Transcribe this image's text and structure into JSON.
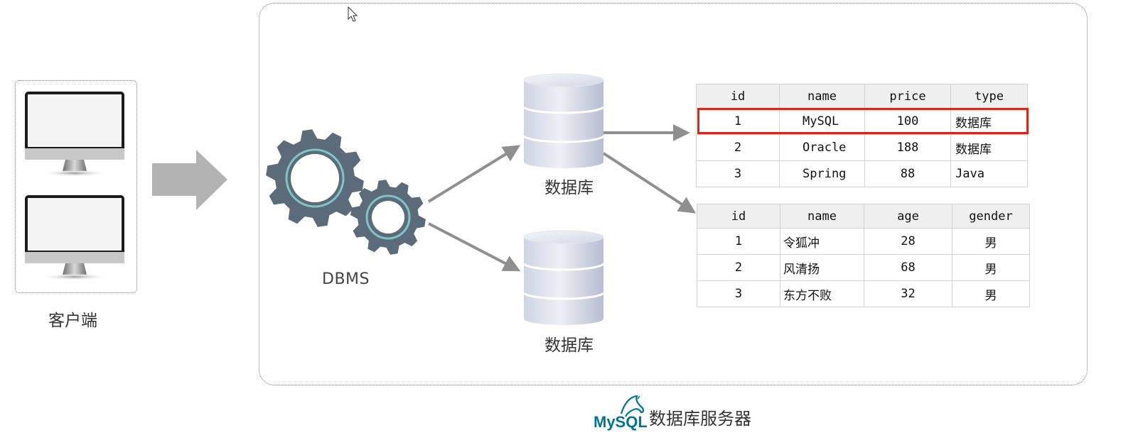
{
  "client": {
    "label": "客户端"
  },
  "dbms": {
    "label": "DBMS"
  },
  "databases": [
    {
      "label": "数据库"
    },
    {
      "label": "数据库"
    }
  ],
  "table_product": {
    "columns": [
      "id",
      "name",
      "price",
      "type"
    ],
    "rows": [
      [
        "1",
        "MySQL",
        "100",
        "数据库"
      ],
      [
        "2",
        "Oracle",
        "188",
        "数据库"
      ],
      [
        "3",
        "Spring",
        "88",
        "Java"
      ]
    ],
    "highlighted_row": 0
  },
  "table_user": {
    "columns": [
      "id",
      "name",
      "age",
      "gender"
    ],
    "rows": [
      [
        "1",
        "令狐冲",
        "28",
        "男"
      ],
      [
        "2",
        "风清扬",
        "68",
        "男"
      ],
      [
        "3",
        "东方不败",
        "32",
        "男"
      ]
    ]
  },
  "footer": {
    "logo_text": "MySQL",
    "server_title": "数据库服务器"
  },
  "colors": {
    "gear": "#5c6b7a",
    "gear_ring": "#7fc4c4",
    "arrow": "#8f8f8f",
    "big_arrow": "#b3b3b3",
    "highlight": "#d9261c",
    "mysql_blue": "#00758f",
    "mysql_orange": "#f29111"
  }
}
